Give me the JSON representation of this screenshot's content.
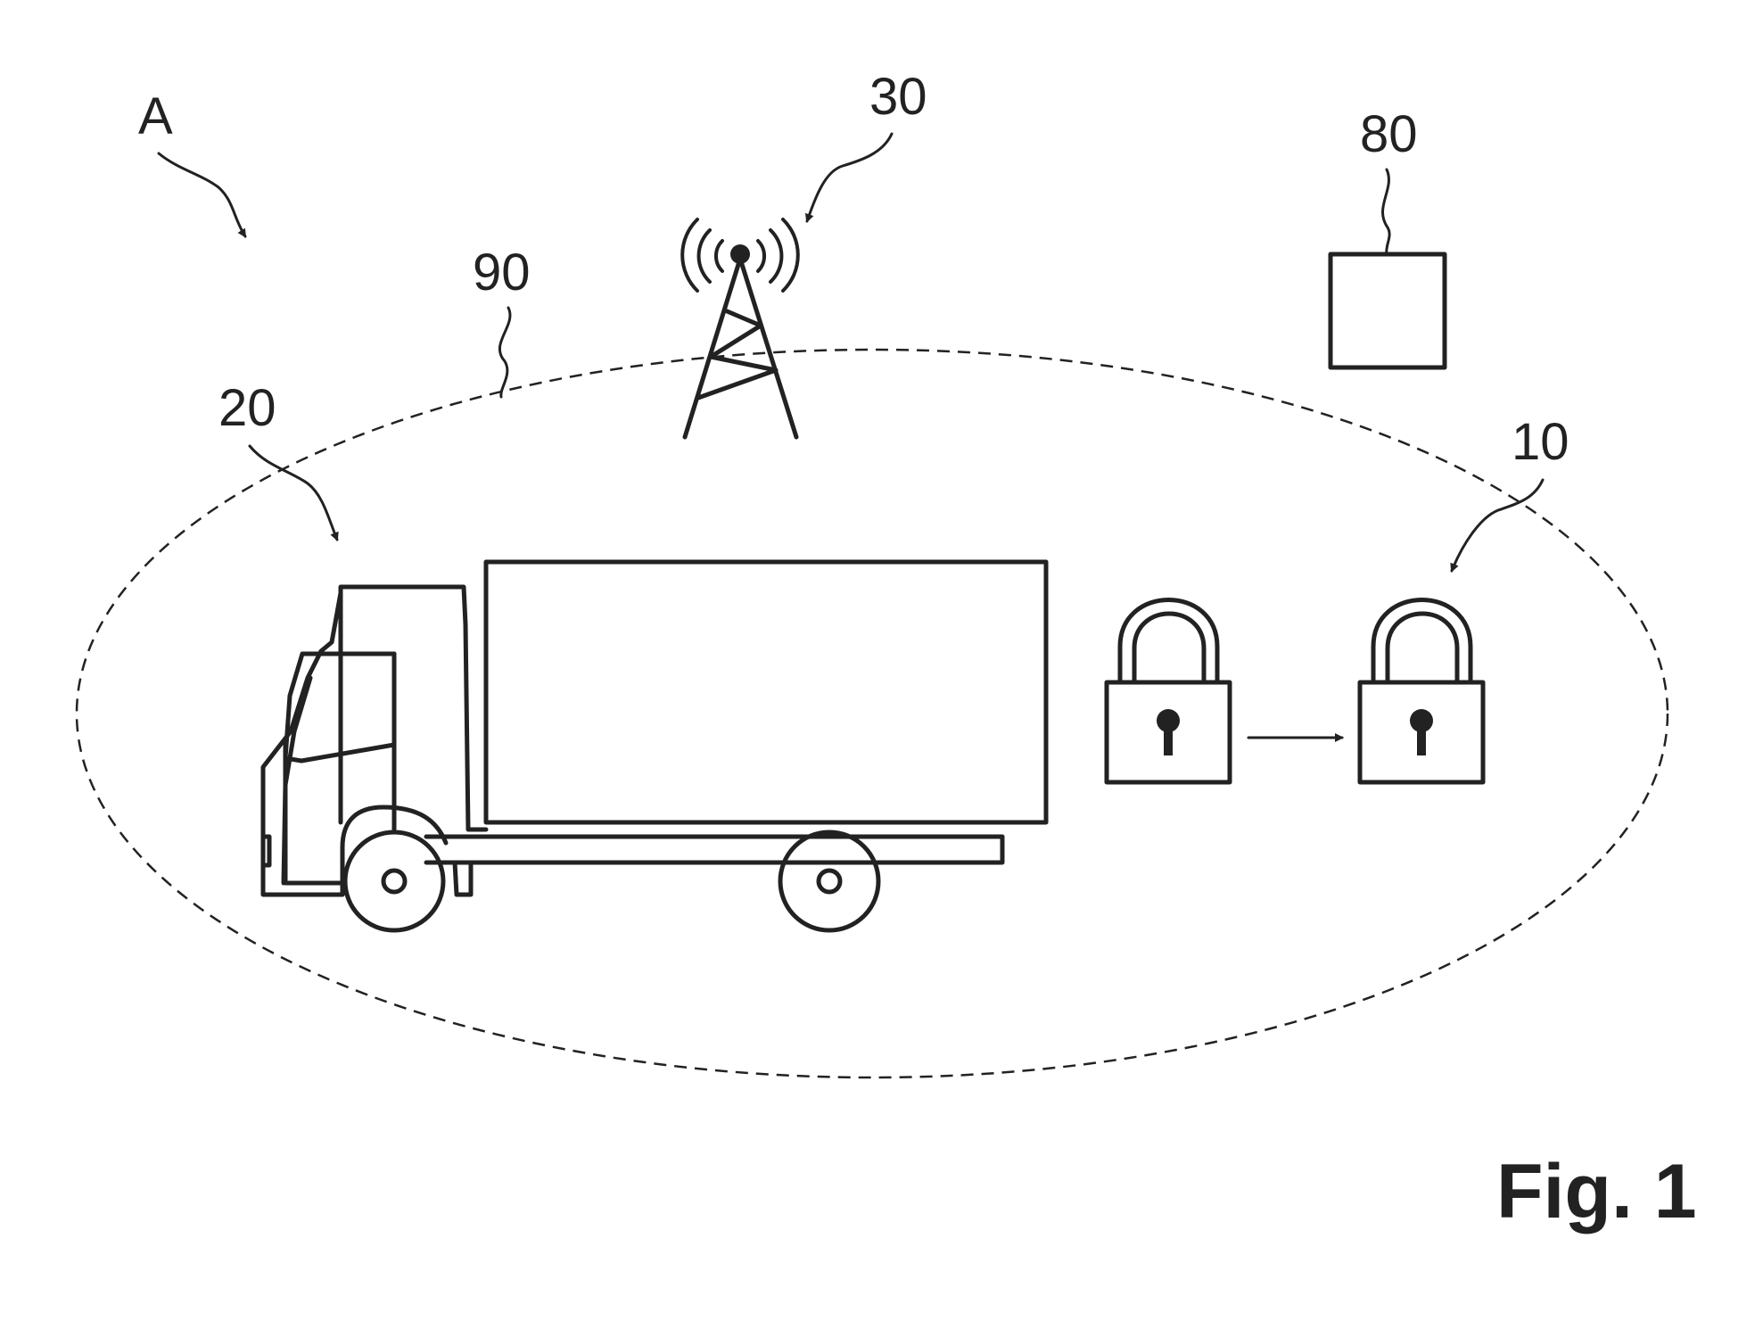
{
  "diagram": {
    "labels": {
      "A": "A",
      "n30": "30",
      "n80": "80",
      "n90": "90",
      "n20": "20",
      "n10": "10"
    },
    "caption": "Fig. 1"
  },
  "colors": {
    "line": "#222222",
    "background": "#ffffff"
  },
  "icons": [
    "cell-tower-icon",
    "truck-icon",
    "open-padlock-icon",
    "closed-padlock-icon",
    "server-box-icon"
  ]
}
